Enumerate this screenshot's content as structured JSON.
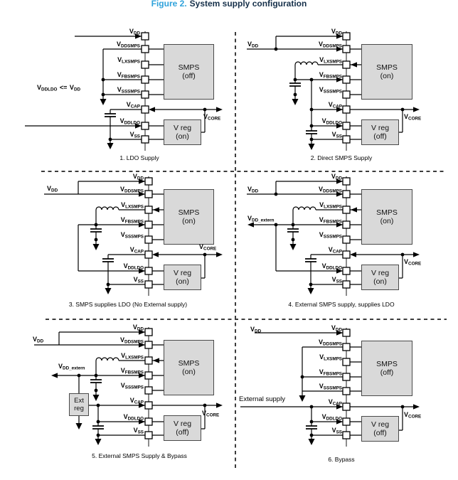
{
  "title": {
    "prefix": "Figure 2.",
    "text": "System supply configuration"
  },
  "shared": {
    "v": "V",
    "pins": [
      "DD",
      "DDSMPS",
      "LXSMPS",
      "FBSMPS",
      "SSSMPS",
      "CAP",
      "DDLDO",
      "SS"
    ],
    "vcore_sub": "CORE",
    "vdd_extern_sub": "DD_extern",
    "external_supply": "External supply",
    "smps": "SMPS",
    "vreg": "V reg",
    "ext_line1": "Ext",
    "ext_line2": "reg",
    "cond_op": "<="
  },
  "diagrams": [
    {
      "caption": "1. LDO Supply",
      "smps_state": "(off)",
      "vreg_state": "(on)"
    },
    {
      "caption": "2. Direct SMPS Supply",
      "smps_state": "(on)",
      "vreg_state": "(off)"
    },
    {
      "caption": "3. SMPS supplies LDO (No External supply)",
      "smps_state": "(on)",
      "vreg_state": "(on)"
    },
    {
      "caption": "4. External SMPS supply, supplies LDO",
      "smps_state": "(on)",
      "vreg_state": "(on)"
    },
    {
      "caption": "5. External SMPS Supply & Bypass",
      "smps_state": "(on)",
      "vreg_state": "(off)"
    },
    {
      "caption": "6. Bypass",
      "smps_state": "(off)",
      "vreg_state": "(off)"
    }
  ],
  "colors": {
    "accent_blue": "#2FA2DB",
    "title_navy": "#16304A",
    "block_fill": "#D9D9D9",
    "block_border": "#4A4A4A",
    "chip_line": "#8C8C8C",
    "wire": "#000000"
  }
}
